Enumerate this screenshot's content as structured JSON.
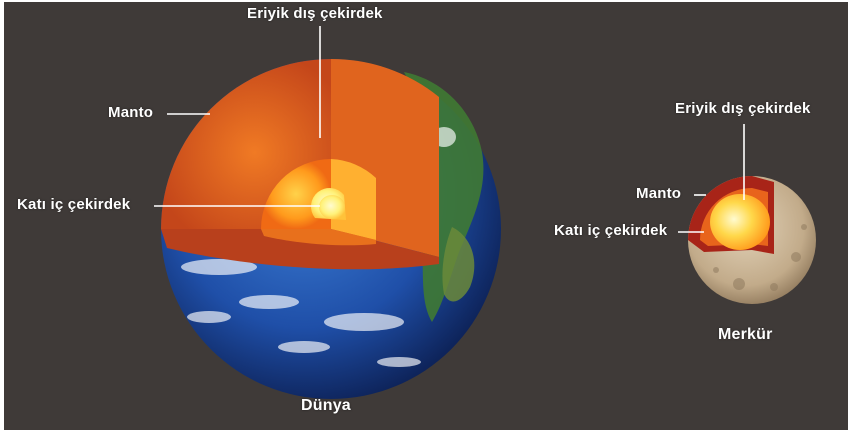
{
  "earth": {
    "outer_core_label": "Eriyik dış çekirdek",
    "mantle_label": "Manto",
    "inner_core_label": "Katı iç çekirdek",
    "caption": "Dünya"
  },
  "mercury": {
    "outer_core_label": "Eriyik dış çekirdek",
    "mantle_label": "Manto",
    "inner_core_label": "Katı iç çekirdek",
    "caption": "Merkür"
  },
  "colors": {
    "background": "#3f3a38",
    "ocean": "#1f4fa8",
    "land": "#3f7a33",
    "mantle": "#d4501a",
    "outer_core": "#ff9a1c",
    "inner_core": "#fff27a",
    "mercury_surface": "#c9b497",
    "mercury_mantle": "#a82418"
  }
}
